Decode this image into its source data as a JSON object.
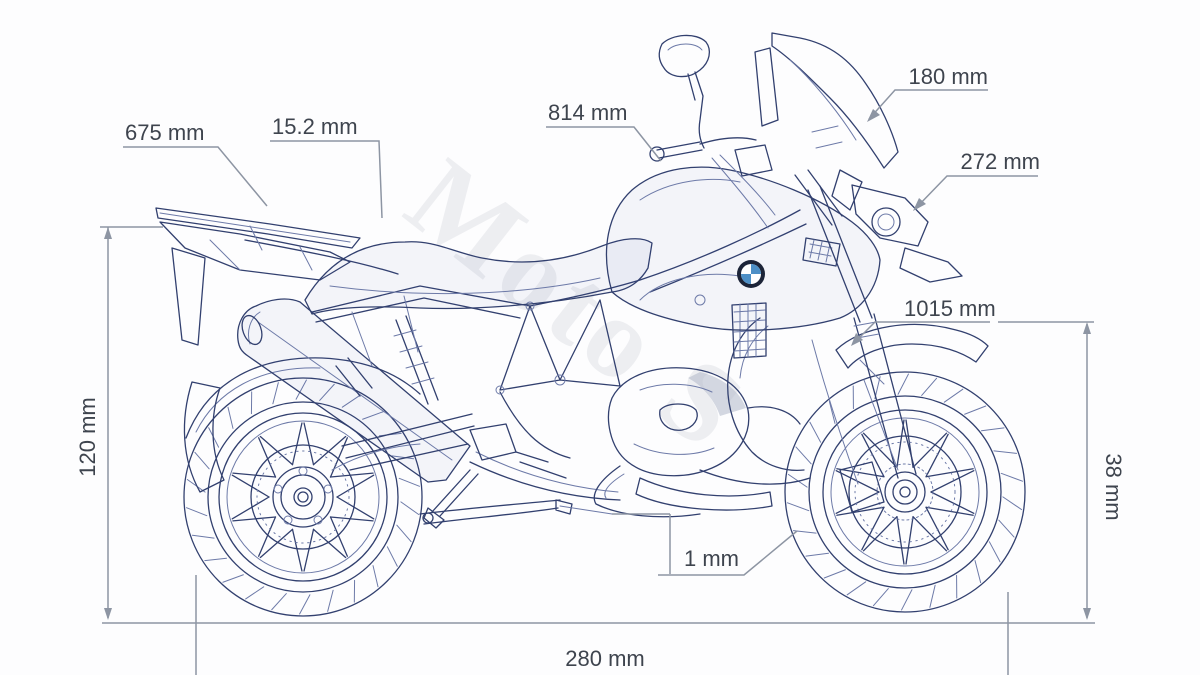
{
  "diagram": {
    "watermark": {
      "text": "Moto S"
    },
    "logo_icon": "bmw-roundel",
    "dimensions": {
      "d675": "675 mm",
      "d15_2": "15.2 mm",
      "d814": "814 mm",
      "d180": "180 mm",
      "d272": "272 mm",
      "d1015": "1015 mm",
      "d120": "120 mm",
      "d38": "38 mm",
      "d1": "1 mm",
      "d280": "280 mm"
    },
    "colors": {
      "ink": "#32406f",
      "ink_light": "#6d7aa8",
      "dimension_line": "#8d95a3",
      "label_text": "#3e444e",
      "bmw_blue": "#4d8fc6",
      "background": "#fdfdfe"
    }
  }
}
